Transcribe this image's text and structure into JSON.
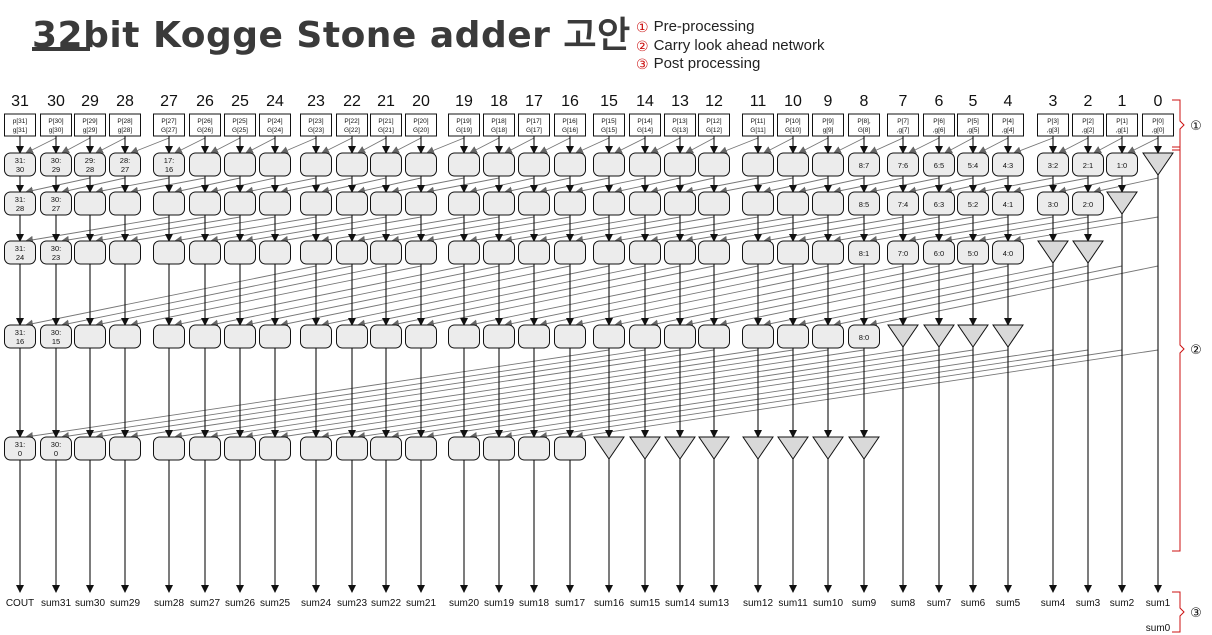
{
  "title": "32bit Kogge Stone adder 고안",
  "legend": [
    {
      "num": "①",
      "text": "Pre-processing"
    },
    {
      "num": "②",
      "text": "Carry look ahead network"
    },
    {
      "num": "③",
      "text": "Post processing"
    }
  ],
  "bit_labels": [
    "31",
    "30",
    "29",
    "28",
    "27",
    "26",
    "25",
    "24",
    "23",
    "22",
    "21",
    "20",
    "19",
    "18",
    "17",
    "16",
    "15",
    "14",
    "13",
    "12",
    "11",
    "10",
    "9",
    "8",
    "7",
    "6",
    "5",
    "4",
    "3",
    "2",
    "1",
    "0"
  ],
  "pg_labels": [
    [
      "p[31]",
      "g[31]"
    ],
    [
      "P[30]",
      "g[30]"
    ],
    [
      "P[29]",
      "g[29]"
    ],
    [
      "P[28]",
      "g[28]"
    ],
    [
      "P[27]",
      "G[27]"
    ],
    [
      "P[26]",
      "G[26]"
    ],
    [
      "P[25]",
      "G[25]"
    ],
    [
      "P[24]",
      "G[24]"
    ],
    [
      "P[23]",
      "G[23]"
    ],
    [
      "P[22]",
      "G[22]"
    ],
    [
      "P[21]",
      "G[21]"
    ],
    [
      "P[20]",
      "G[20]"
    ],
    [
      "P[19]",
      "G[19]"
    ],
    [
      "P[18]",
      "G[18]"
    ],
    [
      "P[17]",
      "G[17]"
    ],
    [
      "P[16]",
      "G[16]"
    ],
    [
      "P[15]",
      "G[15]"
    ],
    [
      "P[14]",
      "G[14]"
    ],
    [
      "P[13]",
      "G[13]"
    ],
    [
      "P[12]",
      "G[12]"
    ],
    [
      "P[11]",
      "G[11]"
    ],
    [
      "P[10]",
      "G[10]"
    ],
    [
      "P[9]",
      "g[9]"
    ],
    [
      "P[8],",
      "G[8]"
    ],
    [
      "P[7]",
      ",g[7]"
    ],
    [
      "P[6]",
      ",g[6]"
    ],
    [
      "P[5]",
      ",g[5]"
    ],
    [
      "P[4]",
      ",g[4]"
    ],
    [
      "P[3]",
      ",g[3]"
    ],
    [
      "P[2]",
      ",g[2]"
    ],
    [
      "P[1]",
      ",g[1]"
    ],
    [
      "P[0]",
      ",g[0]"
    ]
  ],
  "node_labels": {
    "0": {
      "31": [
        "31:",
        "30"
      ],
      "30": [
        "30:",
        "29"
      ],
      "29": [
        "29:",
        "28"
      ],
      "28": [
        "28:",
        "27"
      ],
      "27": [
        "17:",
        "16"
      ],
      "8": [
        "8:7"
      ],
      "7": [
        "7:6"
      ],
      "6": [
        "6:5"
      ],
      "5": [
        "5:4"
      ],
      "4": [
        "4:3"
      ],
      "3": [
        "3:2"
      ],
      "2": [
        "2:1"
      ],
      "1": [
        "1:0"
      ]
    },
    "1": {
      "31": [
        "31:",
        "28"
      ],
      "30": [
        "30:",
        "27"
      ],
      "8": [
        "8:5"
      ],
      "7": [
        "7:4"
      ],
      "6": [
        "6:3"
      ],
      "5": [
        "5:2"
      ],
      "4": [
        "4:1"
      ],
      "3": [
        "3:0"
      ],
      "2": [
        "2:0"
      ]
    },
    "2": {
      "31": [
        "31:",
        "24"
      ],
      "30": [
        "30:",
        "23"
      ],
      "8": [
        "8:1"
      ],
      "7": [
        "7:0"
      ],
      "6": [
        "6:0"
      ],
      "5": [
        "5:0"
      ],
      "4": [
        "4:0"
      ]
    },
    "3": {
      "31": [
        "31:",
        "16"
      ],
      "30": [
        "30:",
        "15"
      ],
      "8": [
        "8:0"
      ]
    },
    "4": {
      "31": [
        "31:",
        "0"
      ],
      "30": [
        "30:",
        "0"
      ]
    }
  },
  "outputs": [
    "COUT",
    "sum31",
    "sum30",
    "sum29",
    "sum28",
    "sum27",
    "sum26",
    "sum25",
    "sum24",
    "sum23",
    "sum22",
    "sum21",
    "sum20",
    "sum19",
    "sum18",
    "sum17",
    "sum16",
    "sum15",
    "sum14",
    "sum13",
    "sum12",
    "sum11",
    "sum10",
    "sum9",
    "sum8",
    "sum7",
    "sum6",
    "sum5",
    "sum4",
    "sum3",
    "sum2",
    "sum1"
  ],
  "output_extra": "sum0",
  "brackets": [
    "①",
    "②",
    "③"
  ],
  "colors": {
    "node_fill": "#ececec",
    "stroke": "#111111",
    "wire": "#555555",
    "accent": "#cc1111"
  }
}
